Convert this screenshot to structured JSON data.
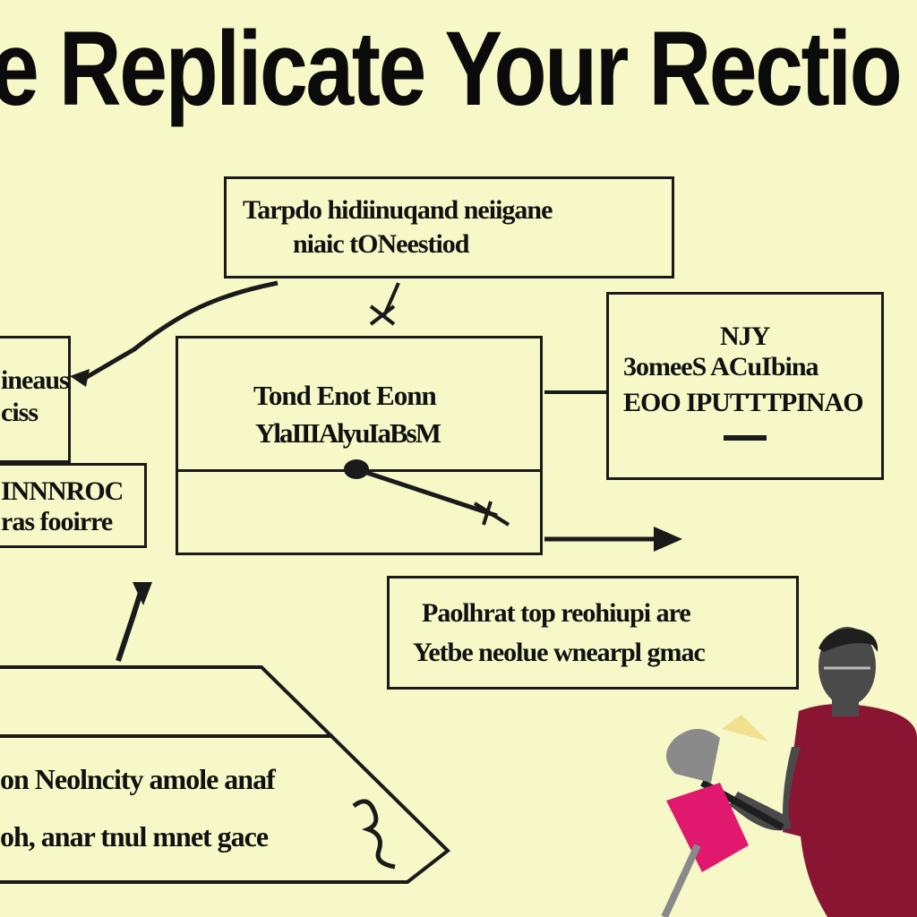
{
  "title": "Replicate Your Rectio",
  "title_prefix": "e",
  "boxes": {
    "top": {
      "line1": "Tarpdo hidiinuqand neiigane",
      "line2": "niaic tONeestiod"
    },
    "left_upper": {
      "line1": "ineaus",
      "line2": "ciss"
    },
    "left_lower": {
      "line1": "INNNROC",
      "line2": "ras fooirre"
    },
    "center": {
      "line1": "Tond Enot Eonn",
      "line2": "YlaIIIAlyuIaBsM"
    },
    "right": {
      "line1": "NJY",
      "line2": "3omeeS ACuIbina",
      "line3": "EOO IPUTTTPINAO"
    },
    "lower_right": {
      "line1": "Paolhrat top reohiupi are",
      "line2": "Yetbe neolue wnearpl gmac"
    },
    "bottom_banner": {
      "line1": "on Neolncity amole anaf",
      "line2": "oh, anar tnul mnet gace"
    }
  },
  "colors": {
    "background": "#f6f8c8",
    "ink": "#1a1a1a",
    "shirt": "#8a1533",
    "skin": "#4a4a4a",
    "prop": "#e0186e",
    "cone": "#f0e090"
  },
  "figure": {
    "name": "presenter"
  }
}
